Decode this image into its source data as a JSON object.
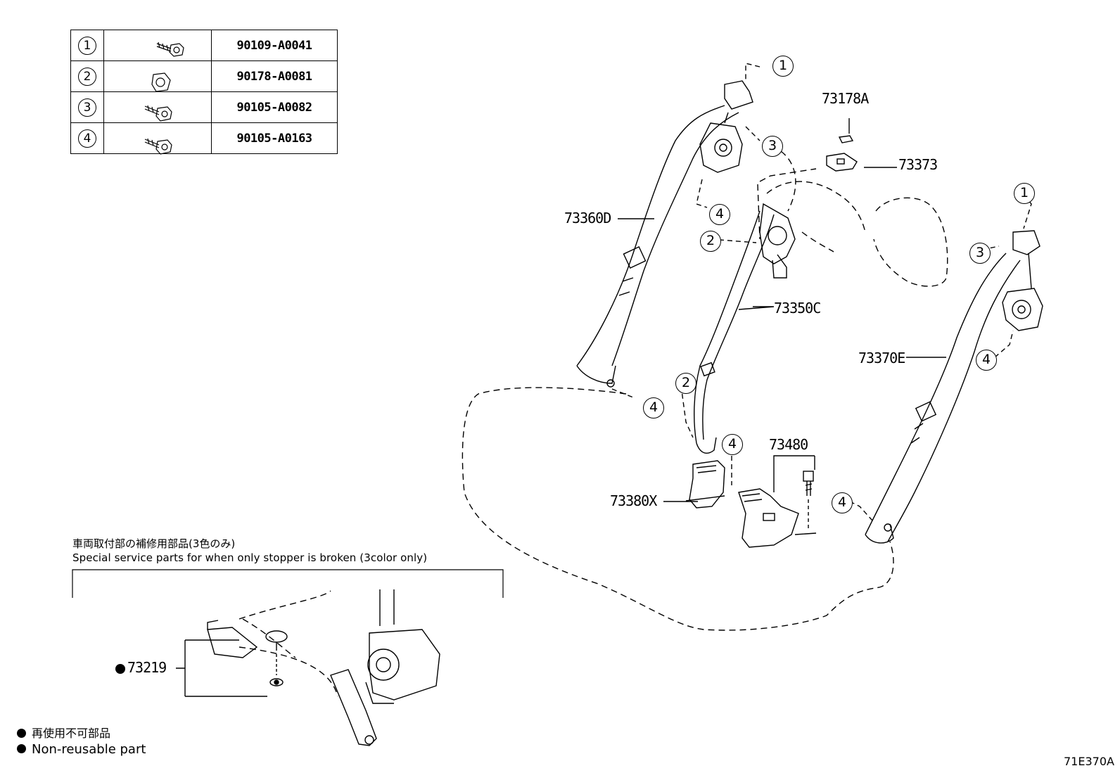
{
  "bolt_table": [
    {
      "index": "1",
      "icon": "bolt-with-stud-icon",
      "part_no": "90109-A0041"
    },
    {
      "index": "2",
      "icon": "flange-nut-icon",
      "part_no": "90178-A0081"
    },
    {
      "index": "3",
      "icon": "flange-bolt-icon",
      "part_no": "90105-A0082"
    },
    {
      "index": "4",
      "icon": "flange-bolt-icon",
      "part_no": "90105-A0163"
    }
  ],
  "part_labels": {
    "p73178A": "73178A",
    "p73373": "73373",
    "p73360D": "73360D",
    "p73350C": "73350C",
    "p73370E": "73370E",
    "p73480": "73480",
    "p73380X": "73380X",
    "p73219": "73219"
  },
  "callouts": {
    "c1a": "1",
    "c3a": "3",
    "c4a": "4",
    "c2a": "2",
    "c4b": "4",
    "c2b": "2",
    "c4c": "4",
    "c1b": "1",
    "c3b": "3",
    "c4d": "4",
    "c4e": "4"
  },
  "service_note": {
    "jp": "車両取付部の補修用部品(3色のみ)",
    "en": "Special service parts for when only stopper is broken (3color only)"
  },
  "legend": {
    "jp": "再使用不可部品",
    "en": "Non-reusable part"
  },
  "figure_code": "71E370A"
}
